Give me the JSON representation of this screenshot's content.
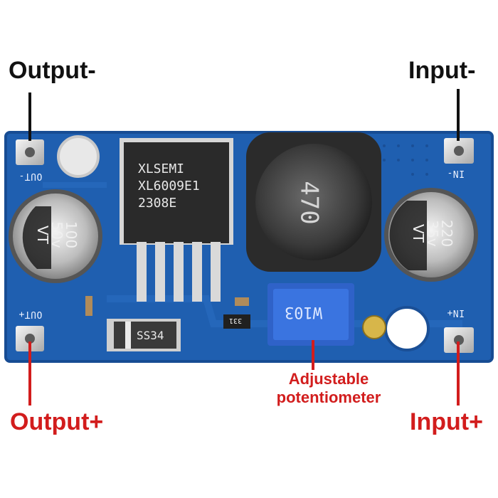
{
  "callouts": {
    "output_minus": "Output-",
    "input_minus": "Input-",
    "output_plus": "Output+",
    "input_plus": "Input+",
    "potentiometer_line1": "Adjustable",
    "potentiometer_line2": "potentiometer"
  },
  "board": {
    "silk_out_minus": "OUT-",
    "silk_out_plus": "OUT+",
    "silk_in_minus": "IN-",
    "silk_in_plus": "IN+",
    "ic_line1": "XLSEMI",
    "ic_line2": "XL6009E1",
    "ic_line3": "2308E",
    "inductor_marking": "470",
    "cap_left_line1": "100",
    "cap_left_line2": "50v",
    "cap_left_line3": "VT",
    "cap_right_line1": "220",
    "cap_right_line2": "35v",
    "cap_right_line3": "VT",
    "diode_marking": "SS34",
    "pot_marking": "W103",
    "resistor_marking": "331",
    "colors": {
      "pcb": "#1f5fb0",
      "pcb_dark": "#174c93",
      "callout_red": "#d21d1d"
    }
  }
}
